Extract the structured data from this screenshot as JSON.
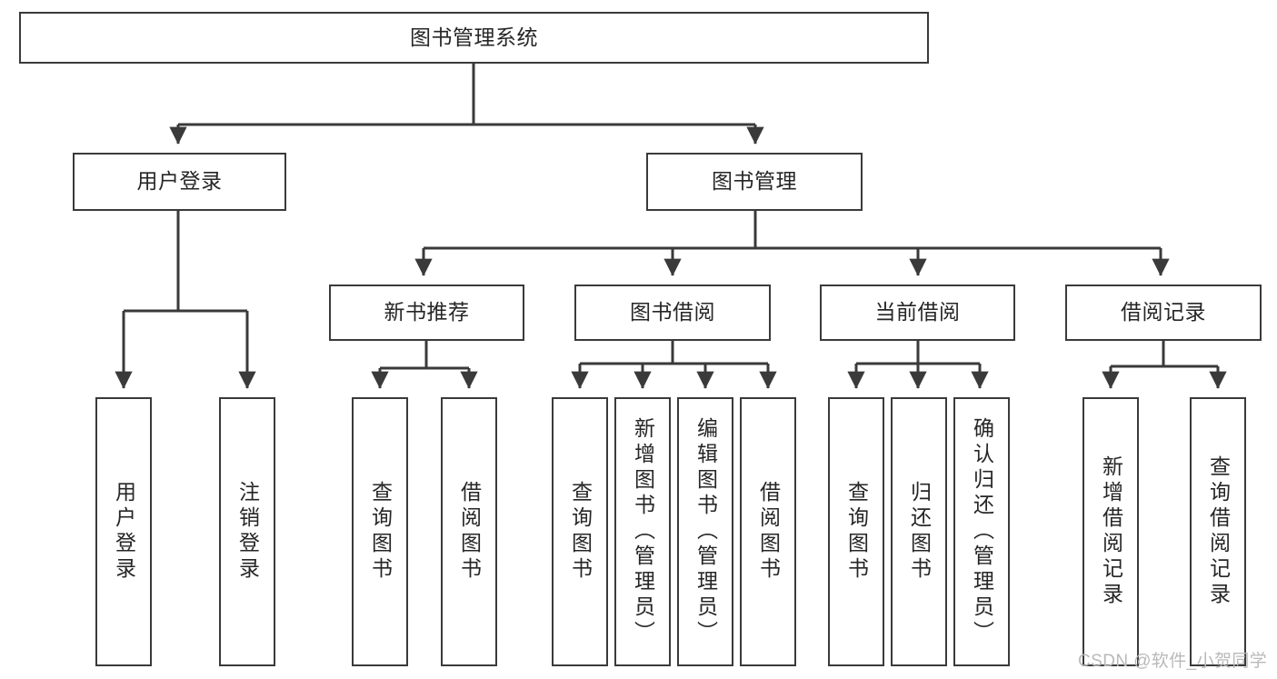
{
  "diagram": {
    "title": "图书管理系统",
    "watermark": "CSDN @软件_小贺同学",
    "stroke_color": "#3a3a3a",
    "text_color": "#262626",
    "background_color": "#ffffff",
    "nodes": {
      "root": {
        "label": "图书管理系统"
      },
      "user_login": {
        "label": "用户登录"
      },
      "book_manage": {
        "label": "图书管理"
      },
      "new_book_rec": {
        "label": "新书推荐"
      },
      "book_borrow": {
        "label": "图书借阅"
      },
      "current_borrow": {
        "label": "当前借阅"
      },
      "borrow_record": {
        "label": "借阅记录"
      },
      "leaf_user_login": {
        "label": "用户登录"
      },
      "leaf_logout": {
        "label": "注销登录"
      },
      "leaf_query_book_1": {
        "label": "查询图书"
      },
      "leaf_borrow_book_1": {
        "label": "借阅图书"
      },
      "leaf_query_book_2": {
        "label": "查询图书"
      },
      "leaf_add_book": {
        "label": "新增图书（管理员）"
      },
      "leaf_edit_book": {
        "label": "编辑图书（管理员）"
      },
      "leaf_borrow_book_2": {
        "label": "借阅图书"
      },
      "leaf_query_book_3": {
        "label": "查询图书"
      },
      "leaf_return_book": {
        "label": "归还图书"
      },
      "leaf_confirm_return": {
        "label": "确认归还（管理员）"
      },
      "leaf_add_record": {
        "label": "新增借阅记录"
      },
      "leaf_query_record": {
        "label": "查询借阅记录"
      }
    }
  }
}
